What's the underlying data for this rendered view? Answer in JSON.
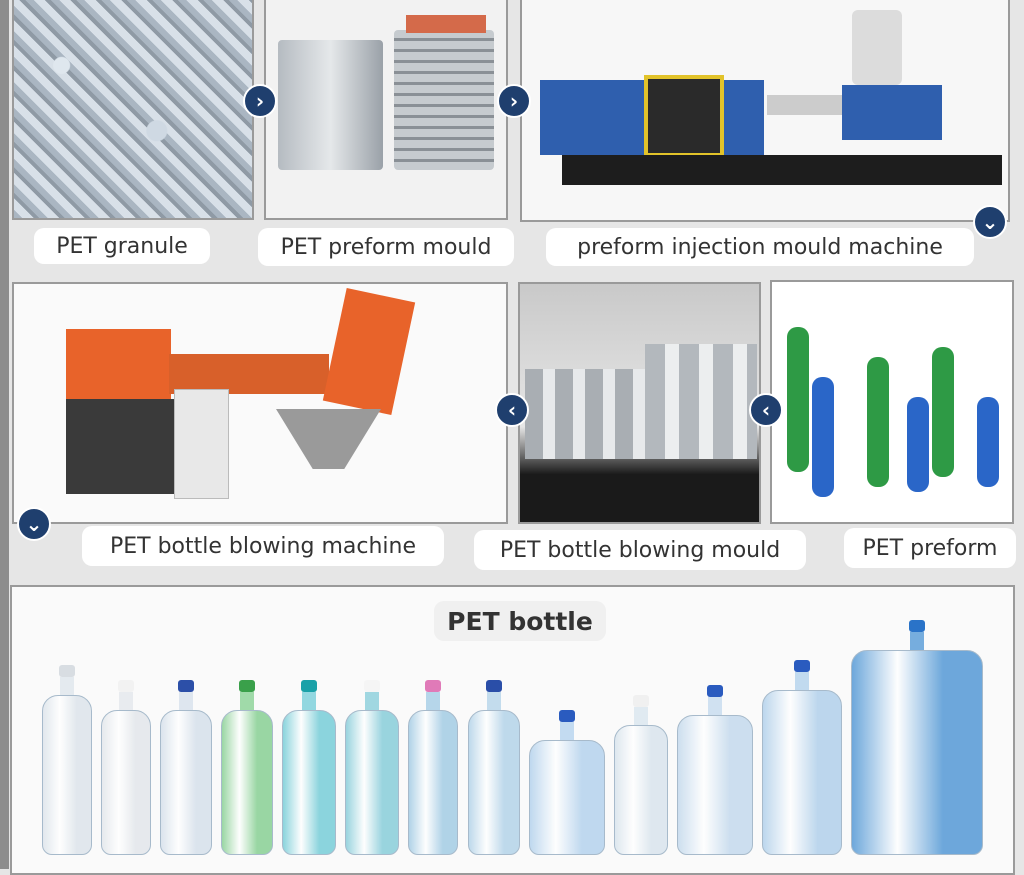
{
  "steps": [
    {
      "label": "PET granule"
    },
    {
      "label": "PET preform mould"
    },
    {
      "label": "preform injection mould machine"
    },
    {
      "label": "PET bottle blowing machine"
    },
    {
      "label": "PET bottle blowing mould"
    },
    {
      "label": "PET preform"
    }
  ],
  "final": {
    "title": "PET bottle"
  },
  "arrows": {
    "right": "›",
    "left": "‹",
    "down": "⌄"
  },
  "colors": {
    "arrow": "#1f3f6e",
    "machine_blue": "#2f5fae",
    "machine_orange": "#e8632a"
  },
  "bottles": [
    {
      "cap": "#d8dde2",
      "body": "#dfe6ec",
      "w": 50,
      "h": 190
    },
    {
      "cap": "#f2f2f2",
      "body": "#e4e8ec",
      "w": 50,
      "h": 175
    },
    {
      "cap": "#2c4fa8",
      "body": "#d8e2ec",
      "w": 52,
      "h": 175
    },
    {
      "cap": "#3aa04a",
      "body": "#8fd39a",
      "w": 52,
      "h": 175
    },
    {
      "cap": "#1aa1a8",
      "body": "#7fd0da",
      "w": 54,
      "h": 175
    },
    {
      "cap": "#f5f5f5",
      "body": "#8fd0dc",
      "w": 54,
      "h": 175
    },
    {
      "cap": "#e07ab8",
      "body": "#a9cfe6",
      "w": 50,
      "h": 175
    },
    {
      "cap": "#2a4ea8",
      "body": "#b8d6ea",
      "w": 52,
      "h": 175
    },
    {
      "cap": "#2a5bbf",
      "body": "#b9d5ee",
      "w": 76,
      "h": 145
    },
    {
      "cap": "#f0f0f0",
      "body": "#dbe6ee",
      "w": 54,
      "h": 160
    },
    {
      "cap": "#2a5bbf",
      "body": "#c8dcee",
      "w": 76,
      "h": 170
    },
    {
      "cap": "#2a5bbf",
      "body": "#b6d3ec",
      "w": 80,
      "h": 195
    },
    {
      "cap": "#2a73c8",
      "body": "#5e9fd8",
      "w": 132,
      "h": 235
    }
  ]
}
